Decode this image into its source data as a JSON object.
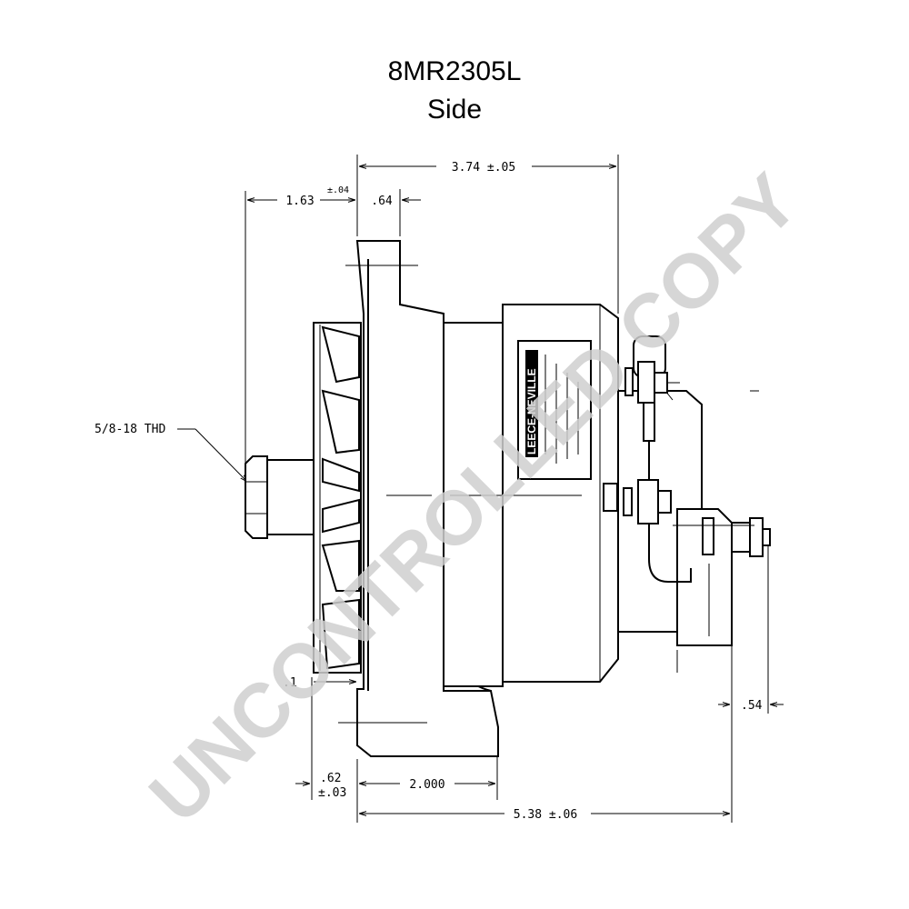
{
  "title": {
    "model": "8MR2305L",
    "view": "Side"
  },
  "dimensions": {
    "overall_top": "3.74 ±.05",
    "pulley_offset": "1.63",
    "pulley_offset_tol": "±.04",
    "flange_width": ".64",
    "thread": "5/8-18 THD",
    "fan_gap": ".1",
    "bottom_offset": ".62",
    "bottom_offset_tol": "±.03",
    "mount_width": "2.000",
    "overall_length": "5.38 ±.06",
    "terminal_offset": ".54"
  },
  "logo": "LEECE-NEVILLE",
  "watermark": "UNCONTROLLED COPY"
}
